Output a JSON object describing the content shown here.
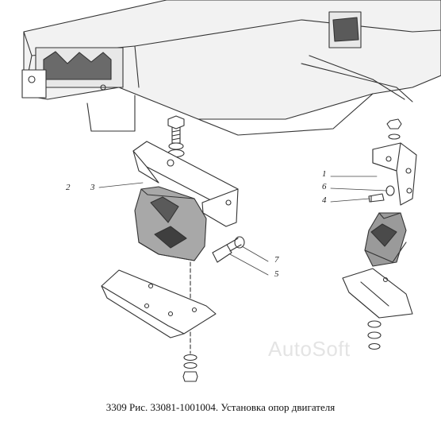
{
  "diagram": {
    "callouts": {
      "c1": "1",
      "c2": "2",
      "c3": "3",
      "c4": "4",
      "c5": "5",
      "c6": "6",
      "c7": "7"
    },
    "caption": "3309 Рис. 33081-1001004. Установка опор двигателя",
    "watermark": "AutoSoft"
  }
}
